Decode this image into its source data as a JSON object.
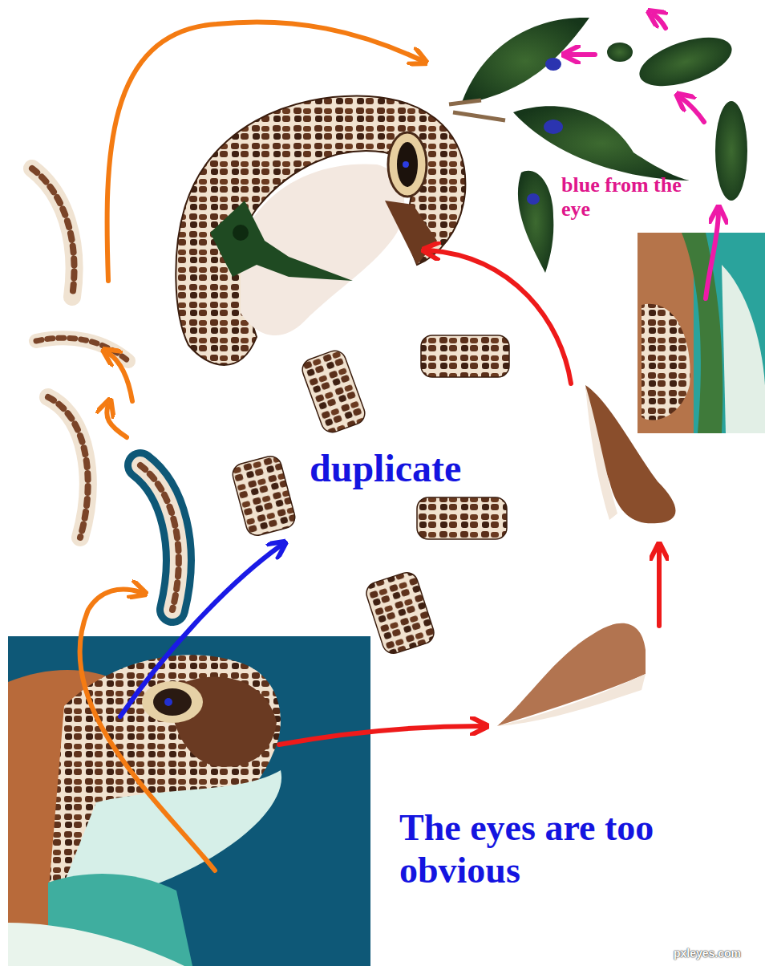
{
  "diagram": {
    "labels": [
      "blue from the eye",
      "duplicate",
      "The eyes are too obvious",
      "pxleyes.com"
    ]
  }
}
